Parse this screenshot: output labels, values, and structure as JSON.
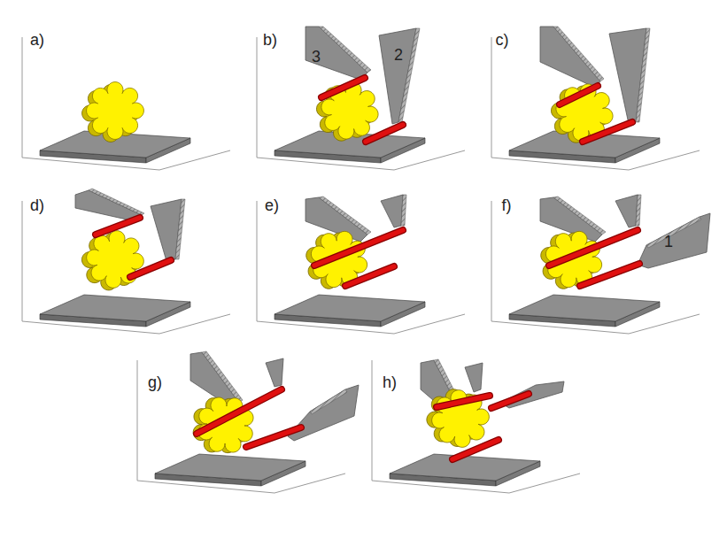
{
  "diagram": {
    "labels": [
      "a)",
      "b)",
      "3",
      "2",
      "c)",
      "d)",
      "e)",
      "f)",
      "1",
      "g)",
      "h)"
    ]
  }
}
